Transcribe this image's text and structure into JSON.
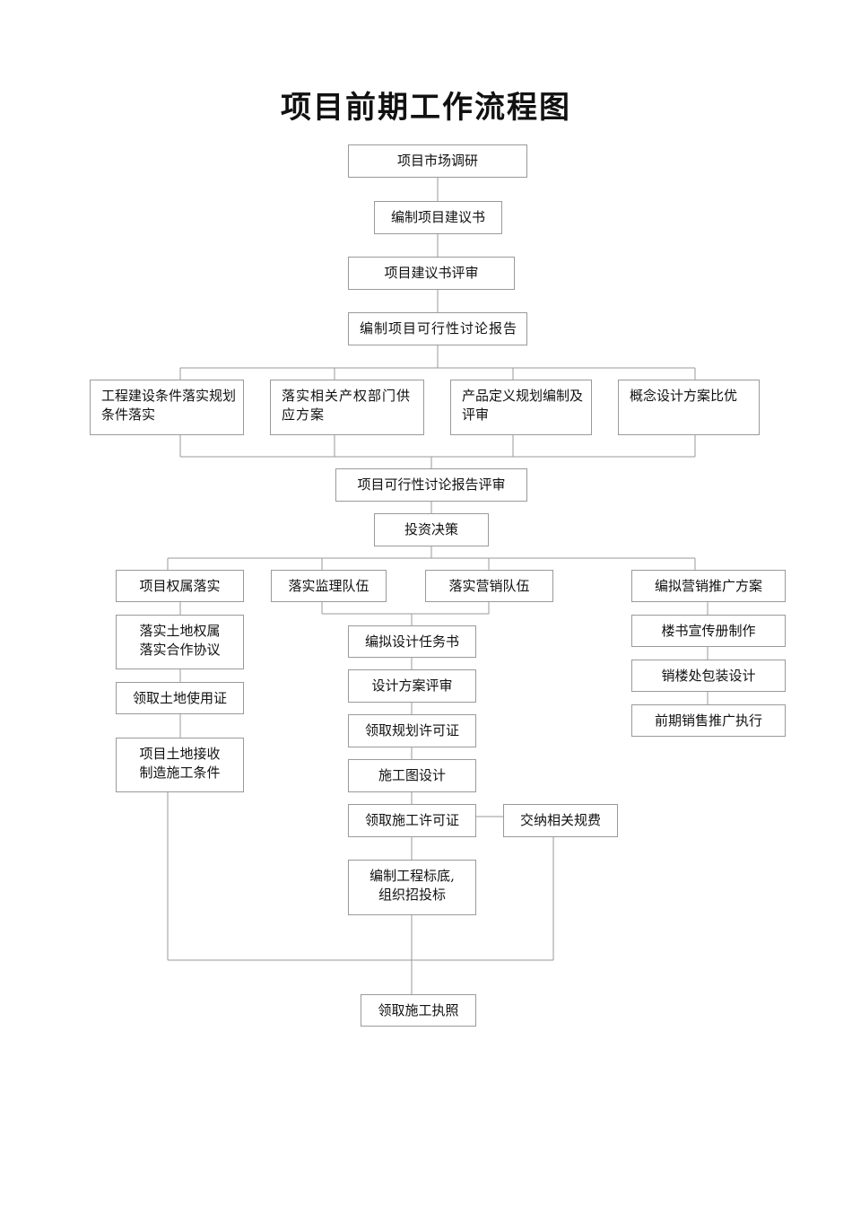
{
  "title": "项目前期工作流程图",
  "nodes": {
    "market_research": "项目市场调研",
    "compile_proposal": "编制项目建议书",
    "proposal_review": "项目建议书评审",
    "compile_feasibility": "编制项目可行性讨论报告",
    "engineering_conditions": "工程建设条件落实规划条件落实",
    "property_departments": "落实相关产权部门供应方案",
    "product_definition": "产品定义规划编制及评审",
    "concept_design": "概念设计方案比优",
    "feasibility_review": "项目可行性讨论报告评审",
    "investment_decision": "投资决策",
    "project_ownership": "项目权属落实",
    "land_ownership": "落实土地权属落实合作协议",
    "land_use_cert": "领取土地使用证",
    "land_handover": "项目土地接收制造施工条件",
    "supervision_team": "落实监理队伍",
    "sales_team": "落实营销队伍",
    "design_brief": "编拟设计任务书",
    "design_review": "设计方案评审",
    "planning_permit": "领取规划许可证",
    "construction_drawing": "施工图设计",
    "construction_permit": "领取施工许可证",
    "pay_fees": "交纳相关规费",
    "tender": "编制工程标底,组织招投标",
    "construction_license": "领取施工执照",
    "marketing_plan": "编拟营销推广方案",
    "brochure": "楼书宣传册制作",
    "sales_office": "销楼处包装设计",
    "pre_sales": "前期销售推广执行"
  }
}
